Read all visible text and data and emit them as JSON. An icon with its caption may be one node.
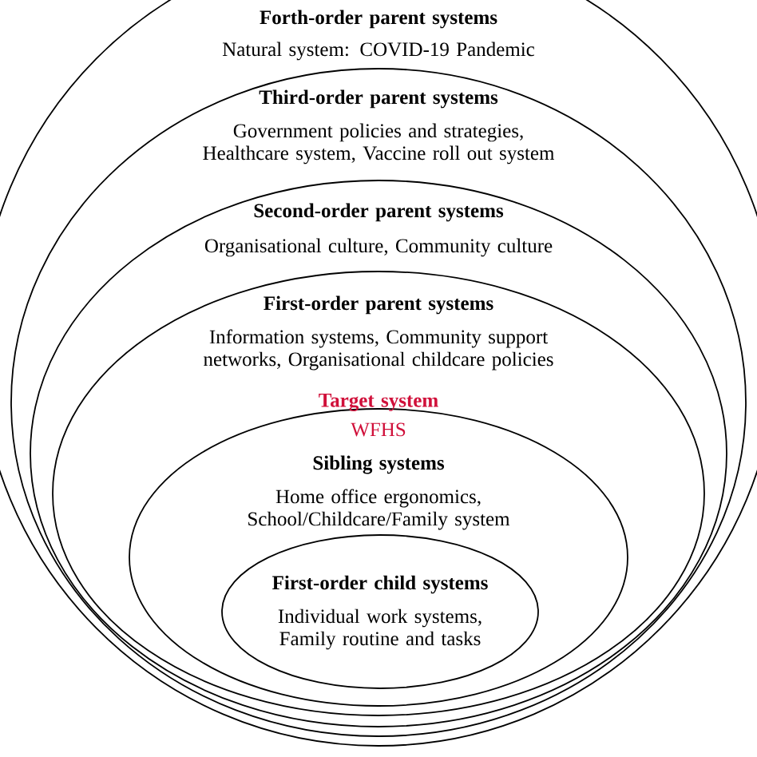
{
  "diagram": {
    "nodes": [
      {
        "text": [
          "Forth-order parent systems",
          "Natural system: COVID-19 Pandemic"
        ]
      },
      {
        "text": [
          "Third-order parent systems",
          "Government policies and strategies, Healthcare system, Vaccine roll out system"
        ],
        "in": 0
      },
      {
        "text": [
          "Second-order parent systems",
          "Organisational culture, Community culture"
        ],
        "in": 1
      },
      {
        "text": [
          "First-order parent systems",
          "Information systems, Community support networks, Organisational childcare policies"
        ],
        "in": 2
      },
      {
        "text": [
          "Target system",
          "WFHS",
          "Sibling systems",
          "Home office ergonomics, School/Childcare/Family system"
        ],
        "in": 3
      },
      {
        "text": [
          "First-order child systems",
          "Individual work systems, Family routine and tasks"
        ],
        "in": 4
      }
    ]
  }
}
